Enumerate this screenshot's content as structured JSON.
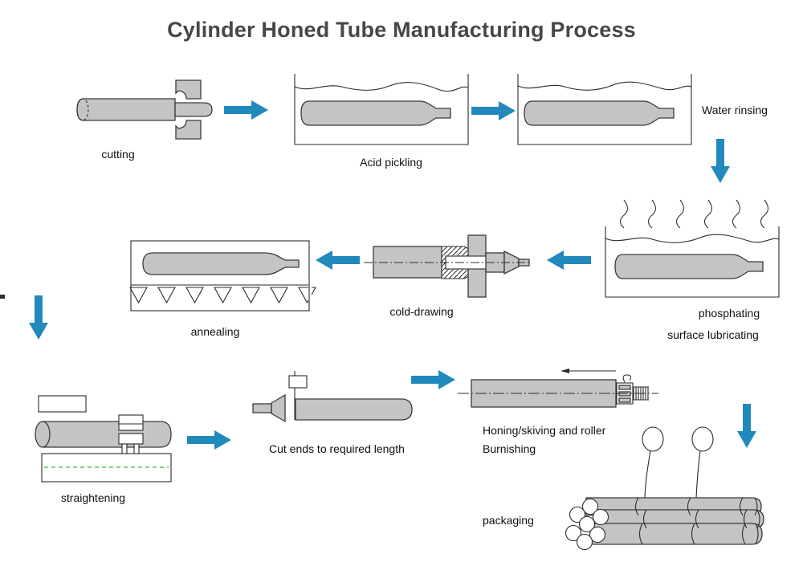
{
  "title": "Cylinder Honed Tube Manufacturing Process",
  "colors": {
    "arrow": "#2289bd",
    "tube_fill": "#c4c4c4",
    "outline": "#3a3a3a",
    "line": "#2b2b2b",
    "title_text": "#474747",
    "label_text": "#111111",
    "green_guide": "#4ecb4e",
    "background": "#ffffff"
  },
  "stages": [
    {
      "id": "cutting",
      "label": "cutting"
    },
    {
      "id": "acid-pickling",
      "label": "Acid pickling"
    },
    {
      "id": "water-rinsing",
      "label": "Water rinsing"
    },
    {
      "id": "phosphating",
      "label": "phosphating",
      "sublabel": "surface lubricating"
    },
    {
      "id": "cold-drawing",
      "label": "cold-drawing"
    },
    {
      "id": "annealing",
      "label": "annealing"
    },
    {
      "id": "straightening",
      "label": "straightening"
    },
    {
      "id": "cut-ends",
      "label": "Cut ends to required length"
    },
    {
      "id": "honing",
      "label": "Honing/skiving and roller",
      "sublabel": "Burnishing"
    },
    {
      "id": "packaging",
      "label": "packaging"
    }
  ],
  "arrows": [
    {
      "from": "cutting",
      "to": "acid-pickling",
      "direction": "right"
    },
    {
      "from": "acid-pickling",
      "to": "water-rinsing",
      "direction": "right"
    },
    {
      "from": "water-rinsing",
      "to": "phosphating",
      "direction": "down"
    },
    {
      "from": "phosphating",
      "to": "cold-drawing",
      "direction": "left"
    },
    {
      "from": "cold-drawing",
      "to": "annealing",
      "direction": "left"
    },
    {
      "from": "annealing",
      "to": "straightening",
      "direction": "down"
    },
    {
      "from": "straightening",
      "to": "cut-ends",
      "direction": "right"
    },
    {
      "from": "cut-ends",
      "to": "honing",
      "direction": "right"
    },
    {
      "from": "honing",
      "to": "packaging",
      "direction": "down"
    }
  ]
}
